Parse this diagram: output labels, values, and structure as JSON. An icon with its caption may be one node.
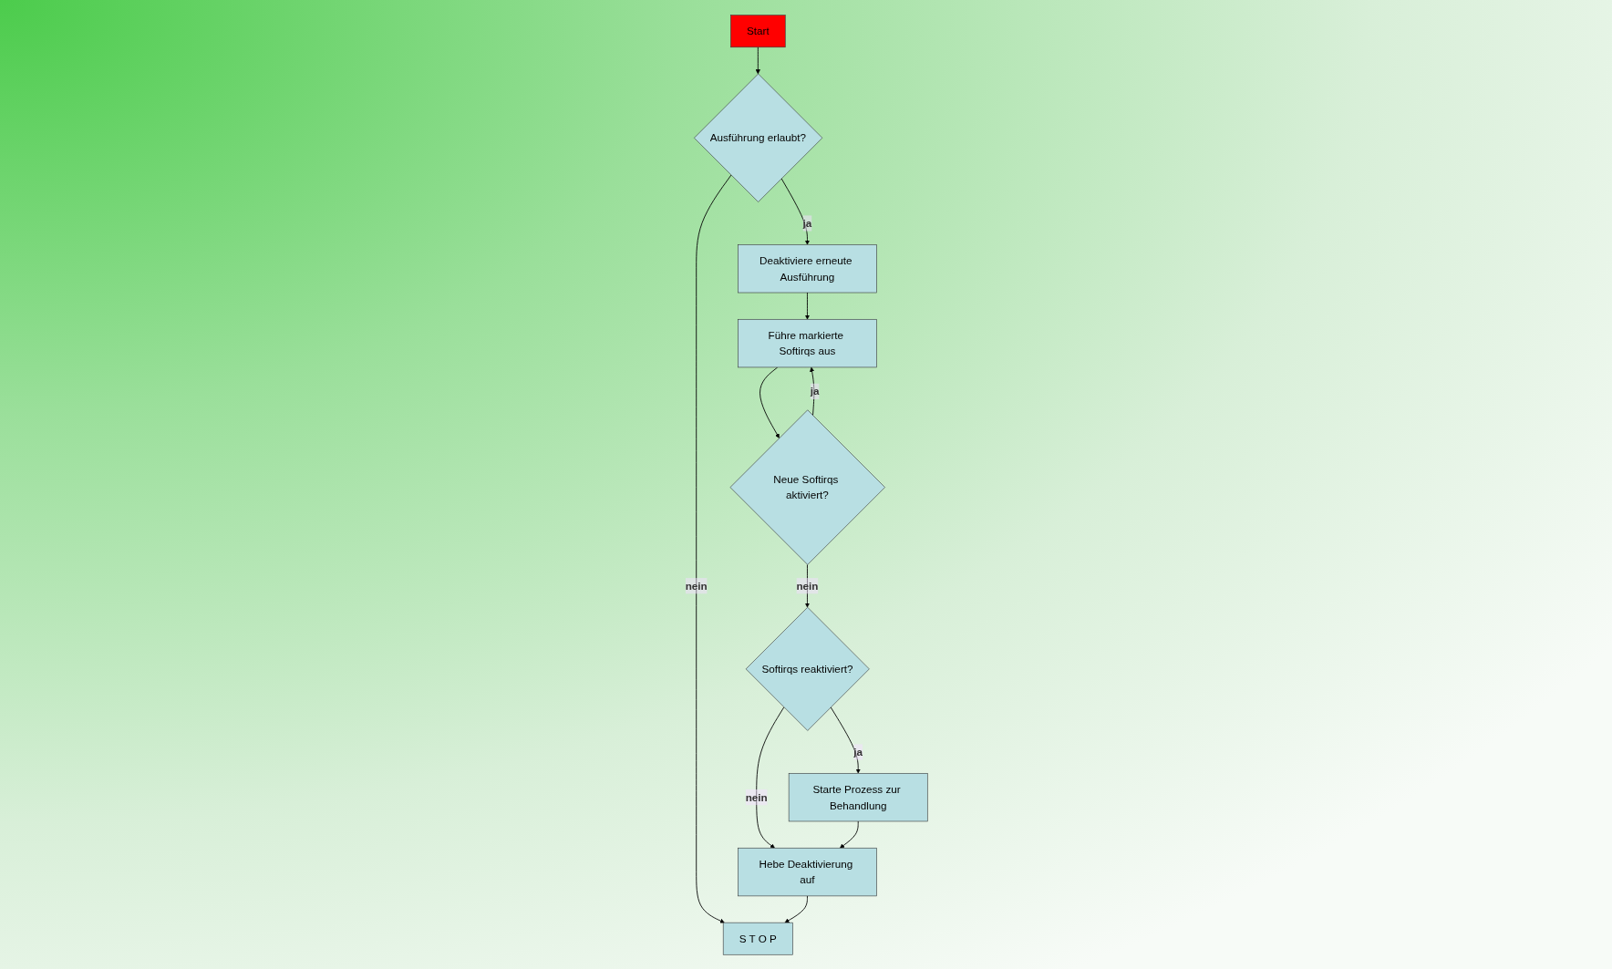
{
  "diagram": {
    "nodes": [
      {
        "text": [
          "Start"
        ]
      },
      {
        "text": [
          "Ausführung erlaubt?"
        ]
      },
      {
        "text": [
          "Deaktiviere erneute Ausführung"
        ]
      },
      {
        "text": [
          "Führe markierte Softirqs aus"
        ]
      },
      {
        "text": [
          "Neue Softirqs aktiviert?"
        ]
      },
      {
        "text": [
          "Softirqs reaktiviert?"
        ]
      },
      {
        "text": [
          "Starte Prozess zur Behandlung"
        ]
      },
      {
        "text": [
          "Hebe Deaktivierung auf"
        ]
      },
      {
        "text": [
          "S T O P"
        ]
      }
    ],
    "edges": [
      {
        "from": 0,
        "to": 1,
        "arrow": "to"
      },
      {
        "from": 1,
        "to": 2,
        "arrow": "to",
        "label": "ja"
      },
      {
        "from": 1,
        "to": 8,
        "arrow": "to",
        "label": "nein"
      },
      {
        "from": 2,
        "to": 3,
        "arrow": "to"
      },
      {
        "from": 3,
        "to": 4,
        "arrow": "to"
      },
      {
        "from": 4,
        "to": 3,
        "arrow": "to",
        "label": "ja"
      },
      {
        "from": 4,
        "to": 5,
        "arrow": "to",
        "label": "nein"
      },
      {
        "from": 5,
        "to": 6,
        "arrow": "to",
        "label": "ja"
      },
      {
        "from": 5,
        "to": 7,
        "arrow": "to",
        "label": "nein"
      },
      {
        "from": 6,
        "to": 7,
        "arrow": "to"
      },
      {
        "from": 7,
        "to": 8,
        "arrow": "to"
      }
    ]
  }
}
